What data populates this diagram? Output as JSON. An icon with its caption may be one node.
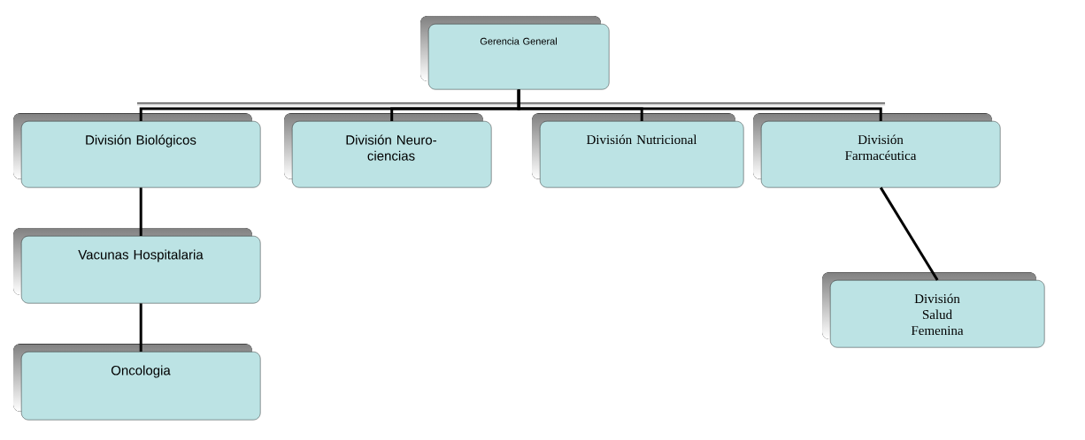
{
  "diagram": {
    "nodes": [
      {
        "text": [
          "Gerencia General"
        ]
      },
      {
        "text": [
          "División Biológicos"
        ]
      },
      {
        "text": [
          "División Neuro- ciencias"
        ]
      },
      {
        "text": [
          "División Nutricional"
        ]
      },
      {
        "text": [
          "División Farmacéutica"
        ]
      },
      {
        "text": [
          "Vacunas Hospitalaria"
        ]
      },
      {
        "text": [
          "Oncologia"
        ]
      },
      {
        "text": [
          "División Salud Femenina"
        ]
      }
    ],
    "edges": [
      {
        "from": 0,
        "to": 1,
        "arrow": "none"
      },
      {
        "from": 0,
        "to": 2,
        "arrow": "none"
      },
      {
        "from": 0,
        "to": 3,
        "arrow": "none"
      },
      {
        "from": 0,
        "to": 4,
        "arrow": "none"
      },
      {
        "from": 1,
        "to": 5,
        "arrow": "none"
      },
      {
        "from": 5,
        "to": 6,
        "arrow": "none"
      },
      {
        "from": 4,
        "to": 7,
        "arrow": "none"
      }
    ]
  }
}
